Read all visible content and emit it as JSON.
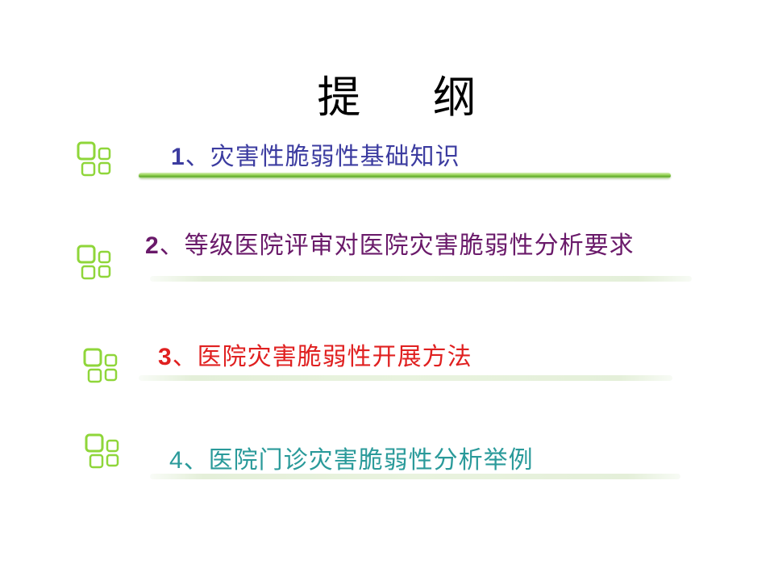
{
  "slide": {
    "title": "提  纲",
    "items": [
      {
        "number": "1",
        "text": "、灾害性脆弱性基础知识",
        "color": "#3c3ca0"
      },
      {
        "number": "2",
        "text": "、等级医院评审对医院灾害脆弱性分析要求",
        "color": "#6a1a6a"
      },
      {
        "number": "3",
        "text": "、医院灾害脆弱性开展方法",
        "color": "#e02020"
      },
      {
        "number": "4",
        "text": "、医院门诊灾害脆弱性分析举例",
        "color": "#2a9a9a"
      }
    ],
    "icon_color": "#8fd63a"
  }
}
